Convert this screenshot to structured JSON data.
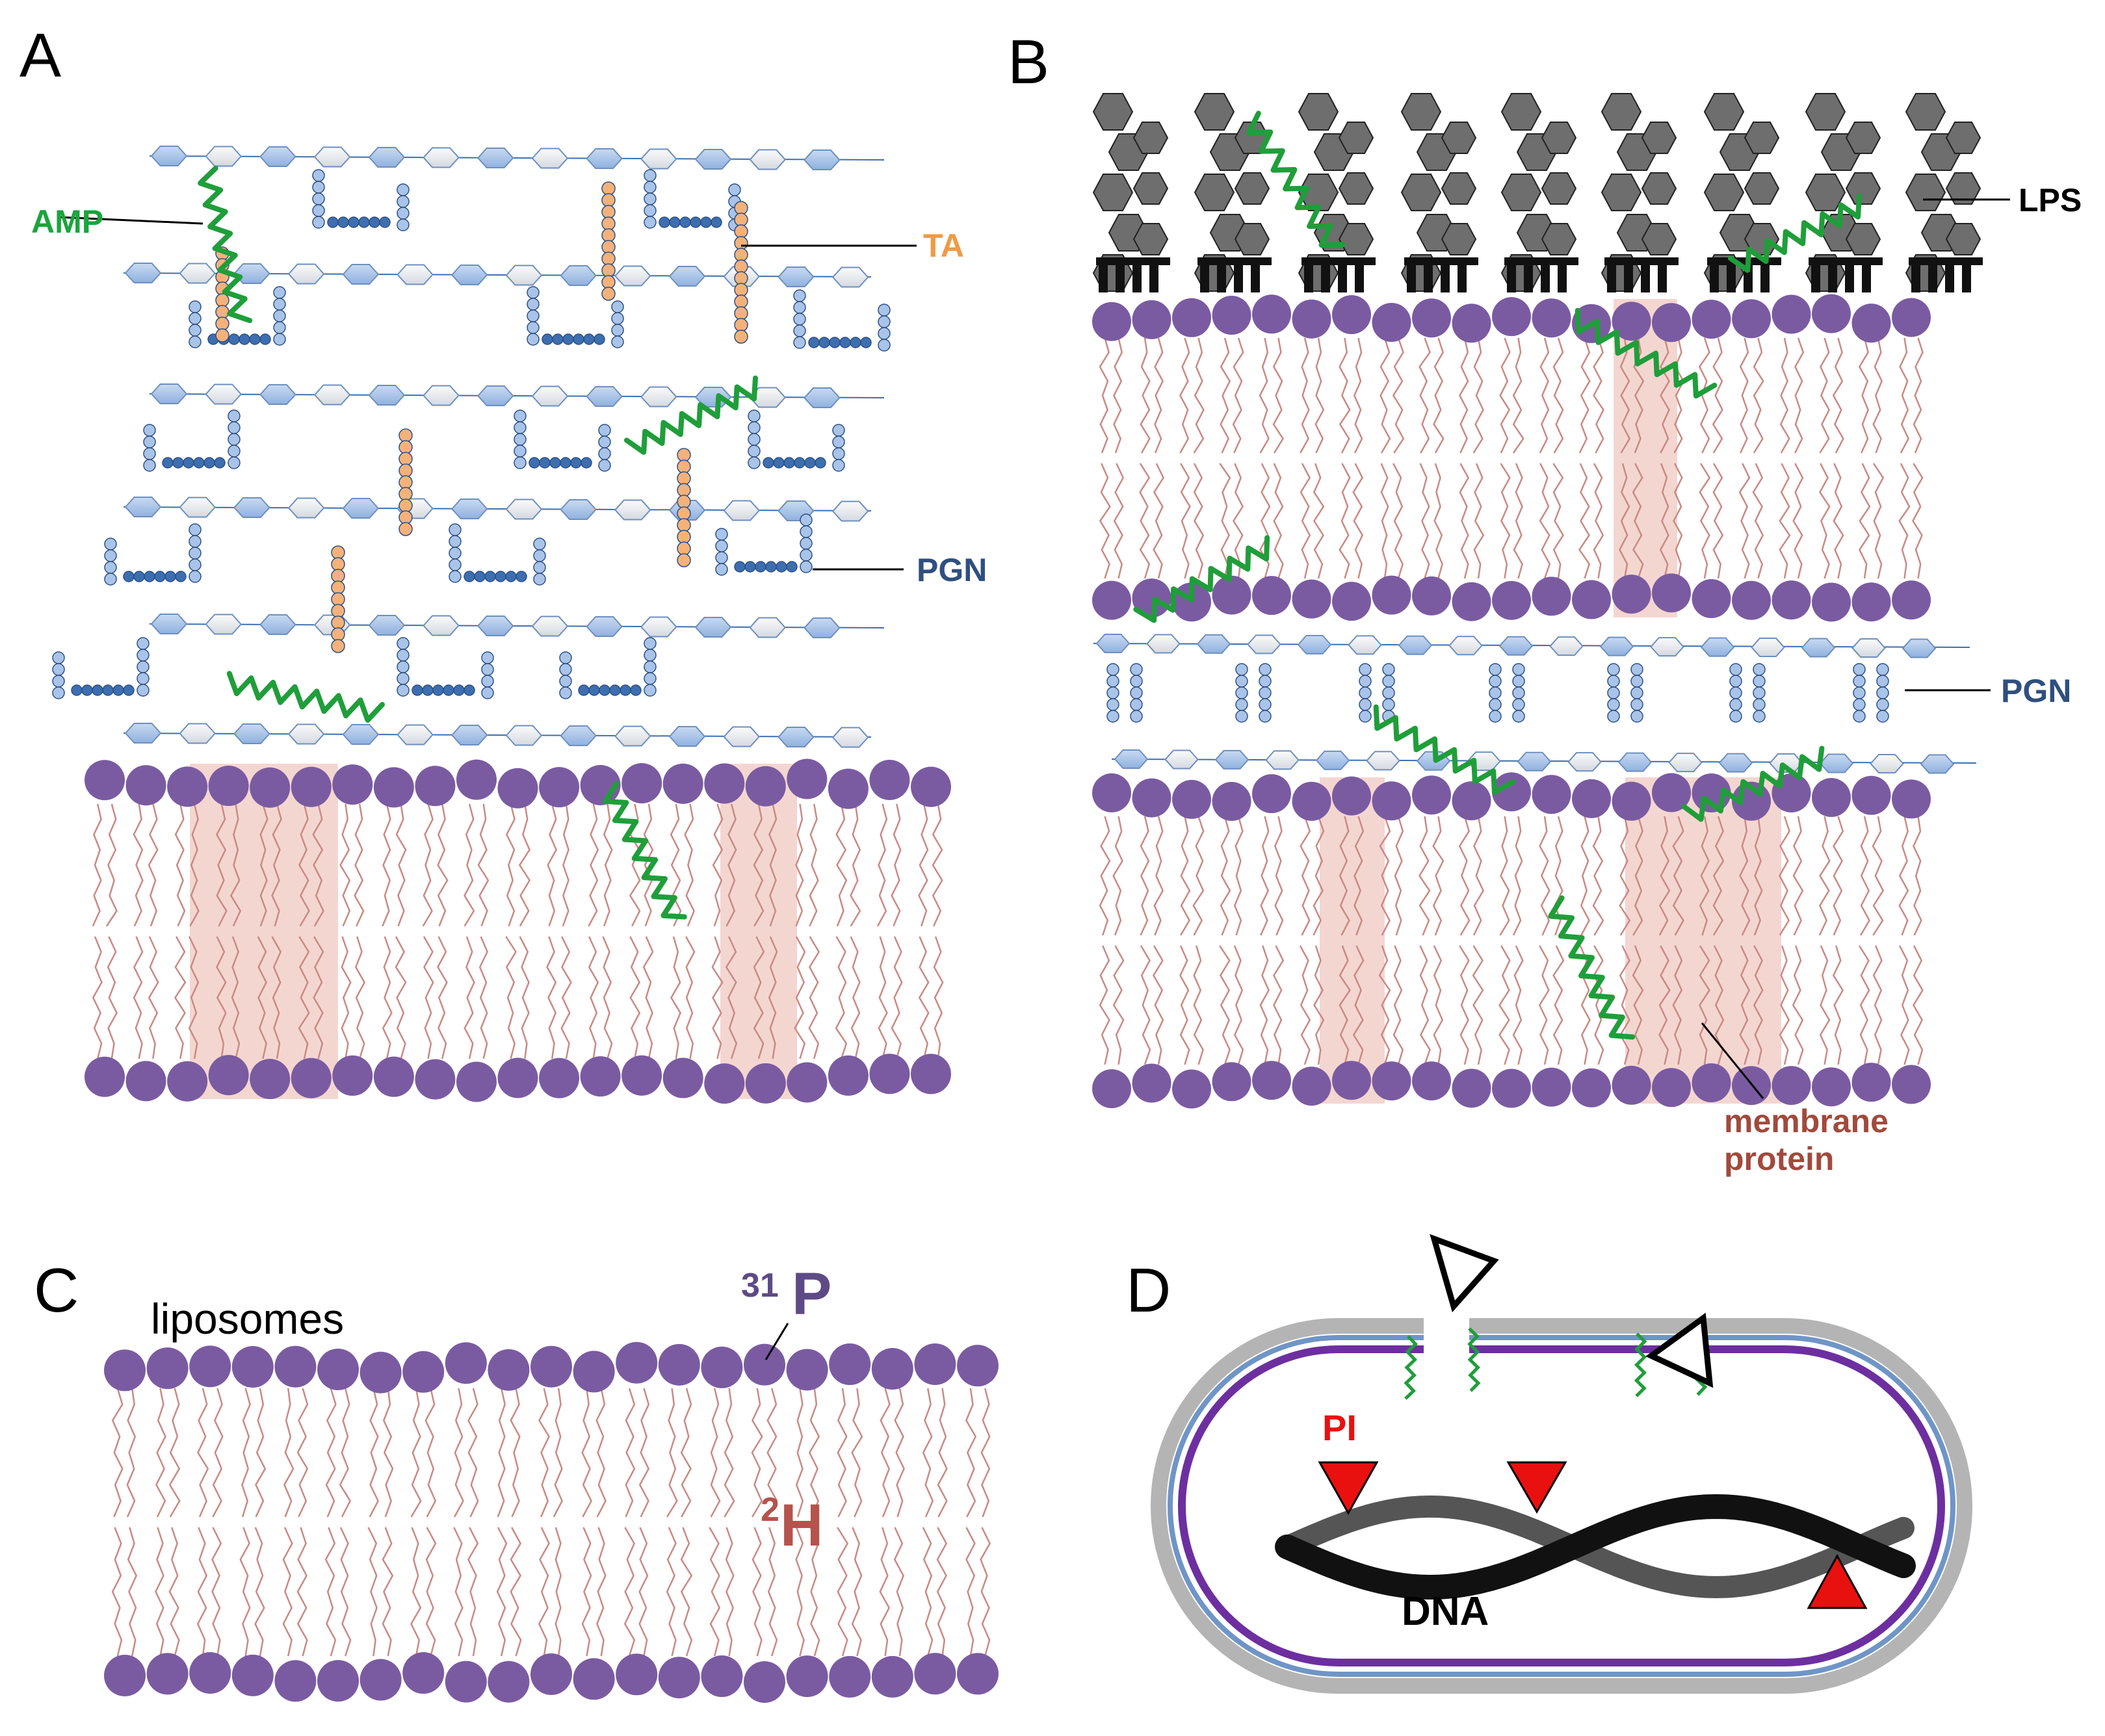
{
  "panels": {
    "a": {
      "label": "A",
      "labels": {
        "amp": "AMP",
        "ta": "TA",
        "pgn": "PGN"
      }
    },
    "b": {
      "label": "B",
      "labels": {
        "lps": "LPS",
        "pgn": "PGN",
        "membrane_protein_line1": "membrane",
        "membrane_protein_line2": "protein"
      }
    },
    "c": {
      "label": "C",
      "labels": {
        "liposomes": "liposomes",
        "p_sup": "31",
        "p": "P",
        "h_sup": "2",
        "h": "H"
      }
    },
    "d": {
      "label": "D",
      "labels": {
        "pi": "PI",
        "dna": "DNA"
      }
    }
  },
  "colors": {
    "lipid_head": "#7a5ba1",
    "lipid_tail": "#c98a84",
    "membrane_protein": "#f0c8c2",
    "amp": "#1f9e3a",
    "teichoic_acid": "#f4b27a",
    "pgn_sugar": "#a9c4e8",
    "pgn_sugar_light": "#e6ebf2",
    "pgn_peptide": "#3d6fb0",
    "lps": "#6e6e6e",
    "pi": "#e8110f",
    "label_green": "#1aa53c",
    "label_orange": "#ef9a45",
    "label_blue": "#2f4f7f",
    "label_brown": "#a14a3c",
    "label_purple": "#5e4a86",
    "cell_outer": "#b4b4b4",
    "cell_blue": "#6f95c7",
    "cell_purple": "#6d2fa0"
  }
}
